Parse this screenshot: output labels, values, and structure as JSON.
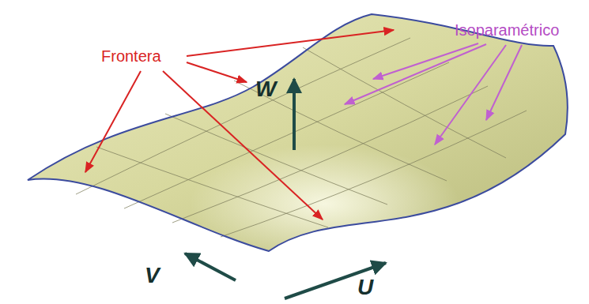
{
  "diagram": {
    "labels": [
      "Frontera",
      "Isoparamétrico",
      "W",
      "V",
      "U"
    ]
  }
}
